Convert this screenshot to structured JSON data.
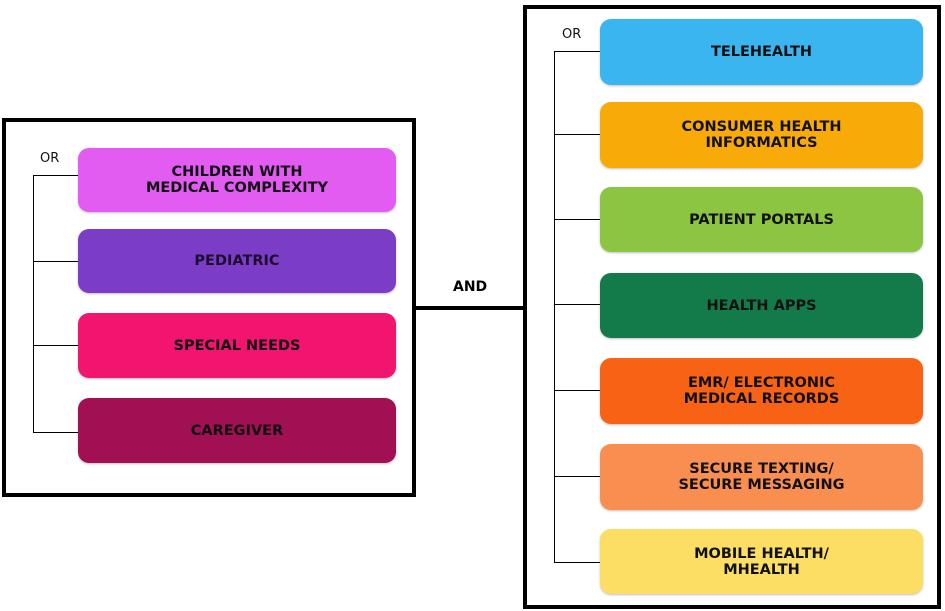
{
  "left_group": {
    "operator": "OR",
    "terms": [
      {
        "label": "CHILDREN WITH\nMEDICAL COMPLEXITY",
        "color": "#E25CF2"
      },
      {
        "label": "PEDIATRIC",
        "color": "#7B3DC6"
      },
      {
        "label": "SPECIAL NEEDS",
        "color": "#F2156F"
      },
      {
        "label": "CAREGIVER",
        "color": "#A01052"
      }
    ]
  },
  "connector": {
    "operator": "AND"
  },
  "right_group": {
    "operator": "OR",
    "terms": [
      {
        "label": "TELEHEALTH",
        "color": "#3BB5EF"
      },
      {
        "label": "CONSUMER HEALTH\nINFORMATICS",
        "color": "#F8AA09"
      },
      {
        "label": "PATIENT PORTALS",
        "color": "#8BC541"
      },
      {
        "label": "HEALTH APPS",
        "color": "#137B4A"
      },
      {
        "label": "EMR/ ELECTRONIC\nMEDICAL RECORDS",
        "color": "#F86214"
      },
      {
        "label": "SECURE TEXTING/\nSECURE MESSAGING",
        "color": "#F98E51"
      },
      {
        "label": "MOBILE HEALTH/\nMHEALTH",
        "color": "#FBDE63"
      }
    ]
  }
}
